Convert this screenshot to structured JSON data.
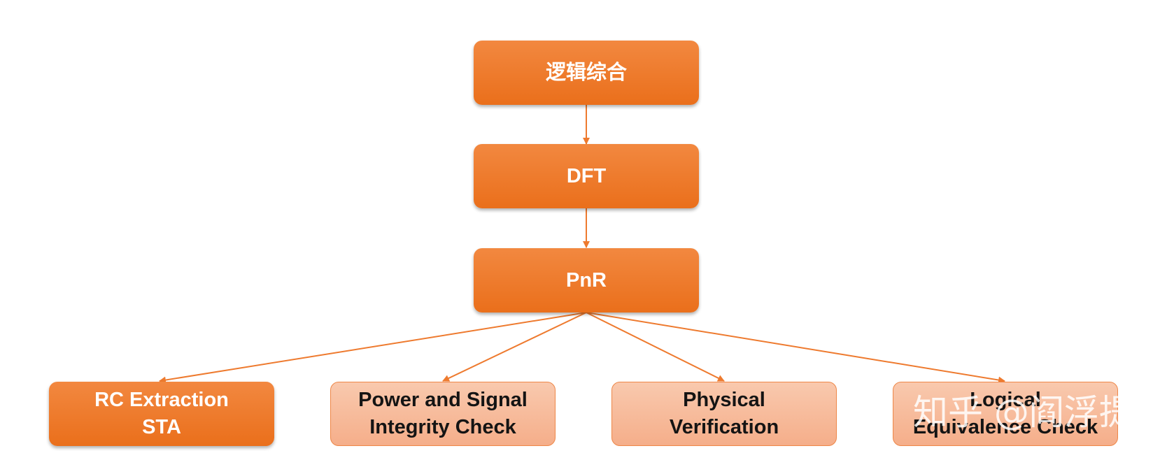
{
  "diagram": {
    "colors": {
      "primary": "#ee7a2e",
      "light": "#f6b896",
      "connector": "#ee7a2e"
    },
    "nodes": {
      "synthesis": {
        "label": "逻辑综合",
        "style": "solid"
      },
      "dft": {
        "label": "DFT",
        "style": "solid"
      },
      "pnr": {
        "label": "PnR",
        "style": "solid"
      },
      "rc_sta": {
        "label": "RC Extraction\nSTA",
        "style": "solid"
      },
      "psi_check": {
        "label": "Power and Signal\nIntegrity Check",
        "style": "light"
      },
      "physical_verification": {
        "label": "Physical\nVerification",
        "style": "light"
      },
      "lec": {
        "label": "Logical\nEquivalence Check",
        "style": "light"
      }
    },
    "edges": [
      {
        "from": "synthesis",
        "to": "dft"
      },
      {
        "from": "dft",
        "to": "pnr"
      },
      {
        "from": "pnr",
        "to": "rc_sta"
      },
      {
        "from": "pnr",
        "to": "psi_check"
      },
      {
        "from": "pnr",
        "to": "physical_verification"
      },
      {
        "from": "pnr",
        "to": "lec"
      }
    ]
  },
  "watermark": "知乎 @阎浮提"
}
